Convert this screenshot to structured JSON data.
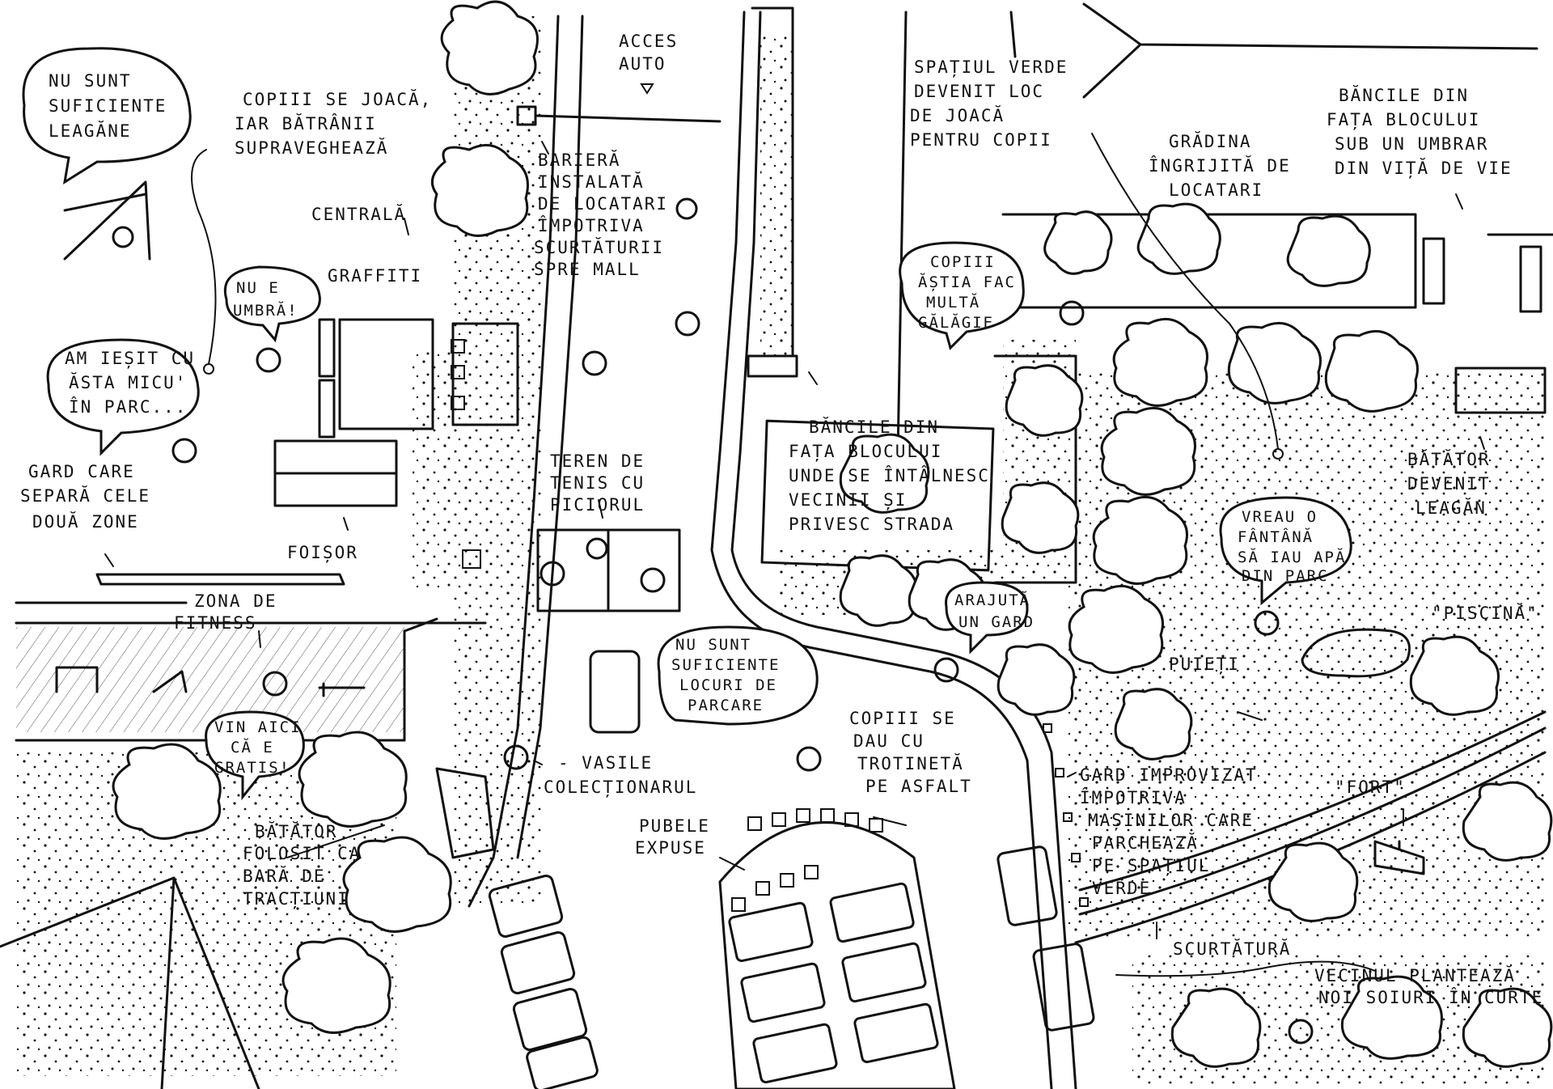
{
  "labels": {
    "nu_sunt_leagane": [
      "NU SUNT",
      "SUFICIENTE",
      "LEAGĂNE"
    ],
    "copiii_joaca": [
      "COPIII SE JOACĂ,",
      "IAR BĂTRÂNII",
      "SUPRAVEGHEAZĂ"
    ],
    "acces_auto": [
      "ACCES",
      "AUTO"
    ],
    "spatiul_verde": [
      "SPAȚIUL VERDE",
      "DEVENIT LOC",
      "DE JOACĂ",
      "PENTRU COPII"
    ],
    "bancile_umbrar": [
      "BĂNCILE DIN",
      "FAȚA BLOCULUI",
      "SUB UN UMBRAR",
      "DIN VIȚĂ DE VIE"
    ],
    "bariera": [
      "BARIERĂ",
      "INSTALATĂ",
      "DE LOCATARI",
      "ÎMPOTRIVA",
      "SCURTĂTURII",
      "SPRE MALL"
    ],
    "gradina": [
      "GRĂDINA",
      "ÎNGRIJITĂ DE",
      "LOCATARI"
    ],
    "centrala": "CENTRALĂ",
    "graffiti": "GRAFFITI",
    "nu_e_umbra": [
      "NU E",
      "UMBRĂ!"
    ],
    "copiii_galagie": [
      "COPIII",
      "ĂȘTIA FAC",
      "MULTĂ",
      "GĂLĂGIE"
    ],
    "am_iesit": [
      "AM IEȘIT CU",
      "ĂSTA MICU'",
      "ÎN PARC..."
    ],
    "bancile_vecinii": [
      "BĂNCILE DIN",
      "FAȚA BLOCULUI",
      "UNDE SE ÎNTÂLNESC",
      "VECINII ȘI",
      "PRIVESC STRADA"
    ],
    "batator_leagan": [
      "BĂTĂTOR",
      "DEVENIT",
      "LEAGĂN"
    ],
    "teren_tenis": [
      "TEREN DE",
      "TENIS CU",
      "PICIORUL"
    ],
    "gard_separa": [
      "GARD CARE",
      "SEPARĂ CELE",
      "DOUĂ ZONE"
    ],
    "foisor": "FOIȘOR",
    "vreau_fantana": [
      "VREAU O",
      "FÂNTÂNĂ",
      "SĂ IAU APĂ",
      "DIN PARC"
    ],
    "zona_fitness": [
      "ZONA DE",
      "FITNESS"
    ],
    "arajuta_gard": [
      "ARAJUTĂ",
      "UN GARD"
    ],
    "piscina": "\"PISCINĂ\"",
    "nu_sunt_parcare": [
      "NU SUNT",
      "SUFICIENTE",
      "LOCURI DE",
      "PARCARE"
    ],
    "puieti": "PUIEȚI",
    "vin_aici": [
      "VIN AICI",
      "CĂ E",
      "GRATIS!"
    ],
    "copiii_trotineta": [
      "COPIII SE",
      "DAU CU",
      "TROTINETĂ",
      "PE ASFALT"
    ],
    "vasile": [
      "- VASILE",
      "COLECȚIONARUL"
    ],
    "gard_improvizat": [
      "GARD IMPROVIZAT",
      "ÎMPOTRIVA",
      "MAȘINILOR CARE",
      "PARCHEAZĂ",
      "PE SPAȚIUL",
      "VERDE"
    ],
    "fort": "\"FORT\"",
    "batator_fitness": [
      "BĂTĂTOR",
      "FOLOSIT CA",
      "BARĂ DE",
      "TRACȚIUNI"
    ],
    "pubele": [
      "PUBELE",
      "EXPUSE"
    ],
    "scurtatura": "SCURTĂTURĂ",
    "vecinul": [
      "VECINUL PLANTEAZĂ",
      "NOI SOIURI ÎN CURTE"
    ]
  }
}
